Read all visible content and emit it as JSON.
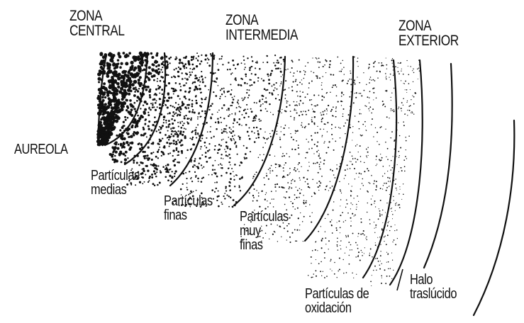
{
  "zones": {
    "central": "ZONA\nCENTRAL",
    "intermedia": "ZONA\nINTERMEDIA",
    "exterior": "ZONA\nEXTERIOR"
  },
  "labels": {
    "aureola": "AUREOLA",
    "particulas_medias": "Partículas\nmedias",
    "particulas_finas": "Partículas\nfinas",
    "particulas_muy_finas": "Partículas\nmuy\nfinas",
    "particulas_oxidacion": "Partículas de\noxidación",
    "halo_traslucido": "Halo\ntraslúcido"
  }
}
